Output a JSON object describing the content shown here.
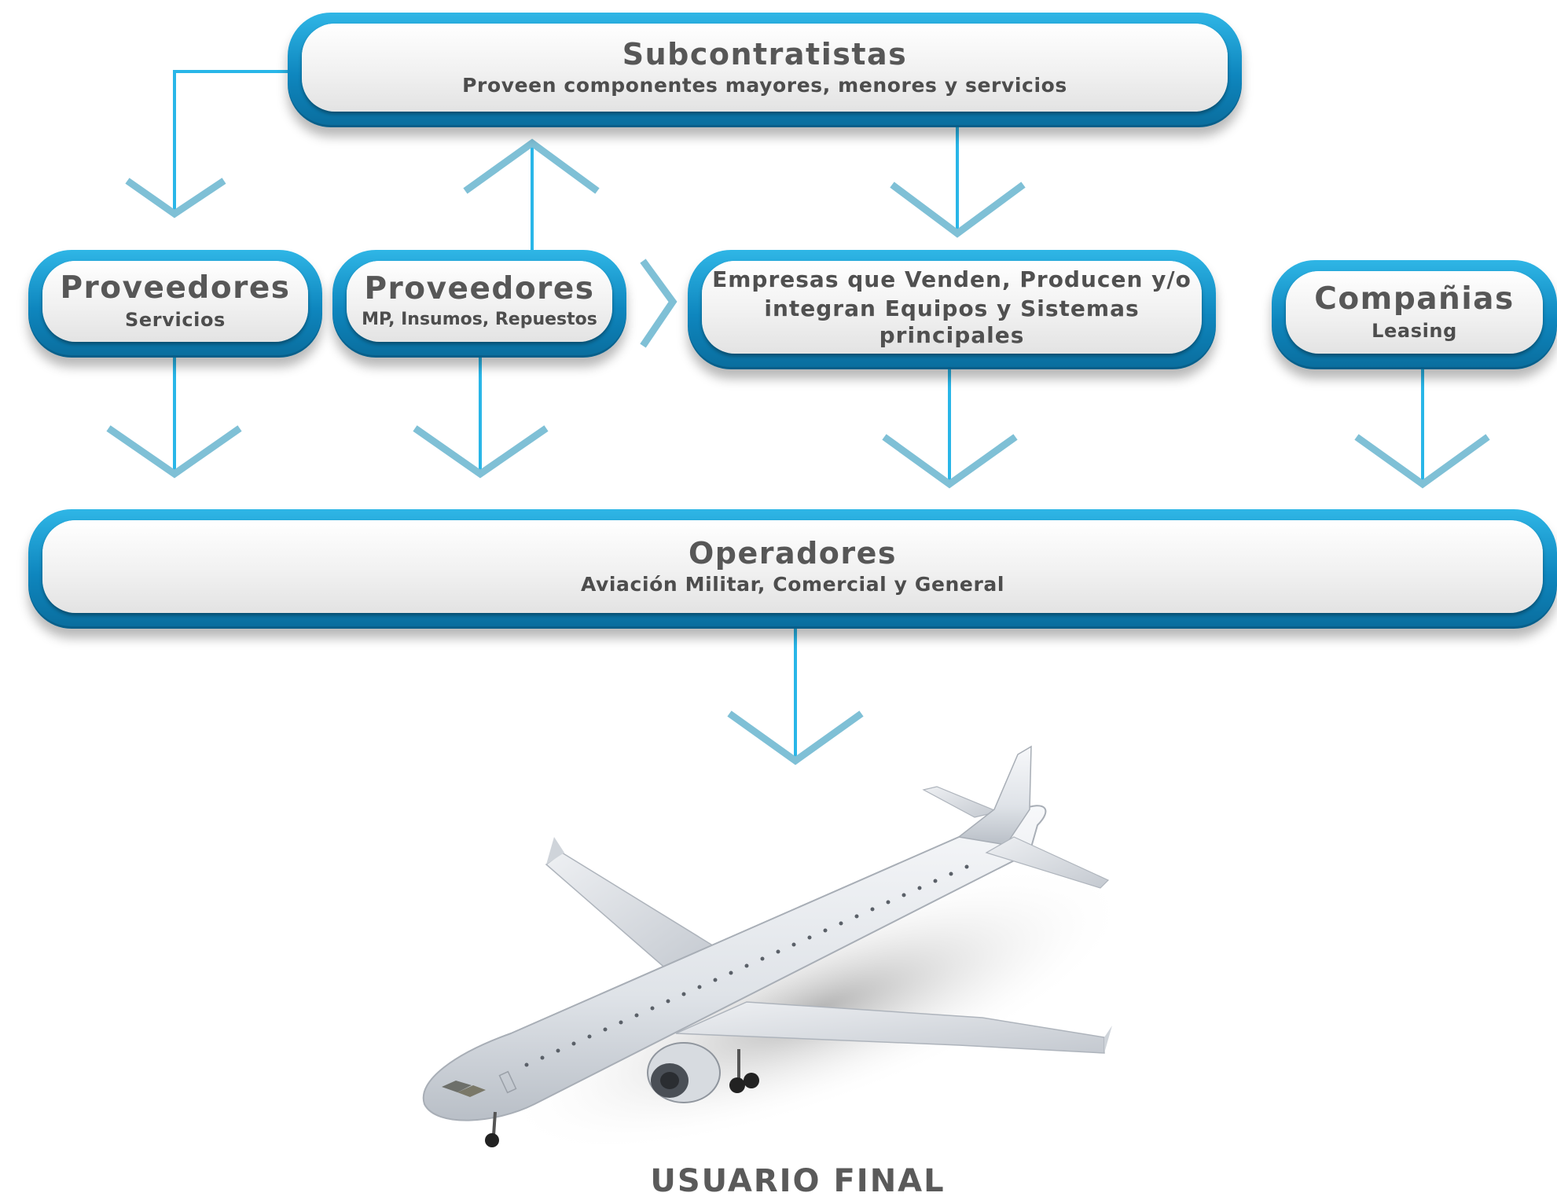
{
  "nodes": {
    "subcontratistas": {
      "title": "Subcontratistas",
      "subtitle": "Proveen componentes mayores, menores y servicios"
    },
    "proveedores_servicios": {
      "title": "Proveedores",
      "subtitle": "Servicios"
    },
    "proveedores_mp": {
      "title": "Proveedores",
      "subtitle": "MP, Insumos, Repuestos"
    },
    "empresas": {
      "title_line1": "Empresas que Venden, Producen y/o",
      "title_line2": "integran Equipos y Sistemas principales"
    },
    "companias": {
      "title": "Compañias",
      "subtitle": "Leasing"
    },
    "operadores": {
      "title": "Operadores",
      "subtitle": "Aviación Militar, Comercial y General"
    }
  },
  "final": {
    "label": "USUARIO FINAL"
  },
  "colors": {
    "connector_line": "#29b6e8",
    "arrow_head": "#7fc0d6",
    "node_border": "#0e86be",
    "text": "#575757"
  }
}
